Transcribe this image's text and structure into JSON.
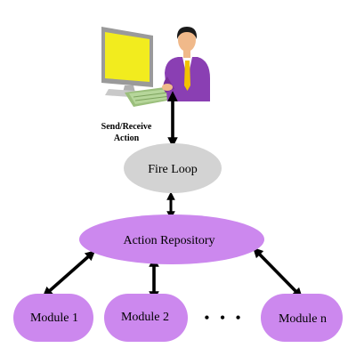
{
  "labels": {
    "send_receive_line1": "Send/Receive",
    "send_receive_line2": "Action",
    "fire_loop": "Fire Loop",
    "action_repository": "Action Repository",
    "module_1": "Module 1",
    "module_2": "Module 2",
    "module_n": "Module n",
    "ellipsis": "• • •"
  },
  "colors": {
    "fire_loop_fill": "#d3d3d3",
    "repository_fill": "#cc88ee",
    "module_fill": "#cc88ee",
    "arrow": "#000000",
    "monitor_screen": "#f2ec1e",
    "computer_gray": "#c9c9c9",
    "keyboard_green": "#b6d69a",
    "person_shirt": "#8a3fb3",
    "person_tie": "#f2c300",
    "person_hair": "#1a1a1a",
    "person_skin": "#f0b98a"
  },
  "icons": {
    "user": "user-at-computer-icon"
  }
}
